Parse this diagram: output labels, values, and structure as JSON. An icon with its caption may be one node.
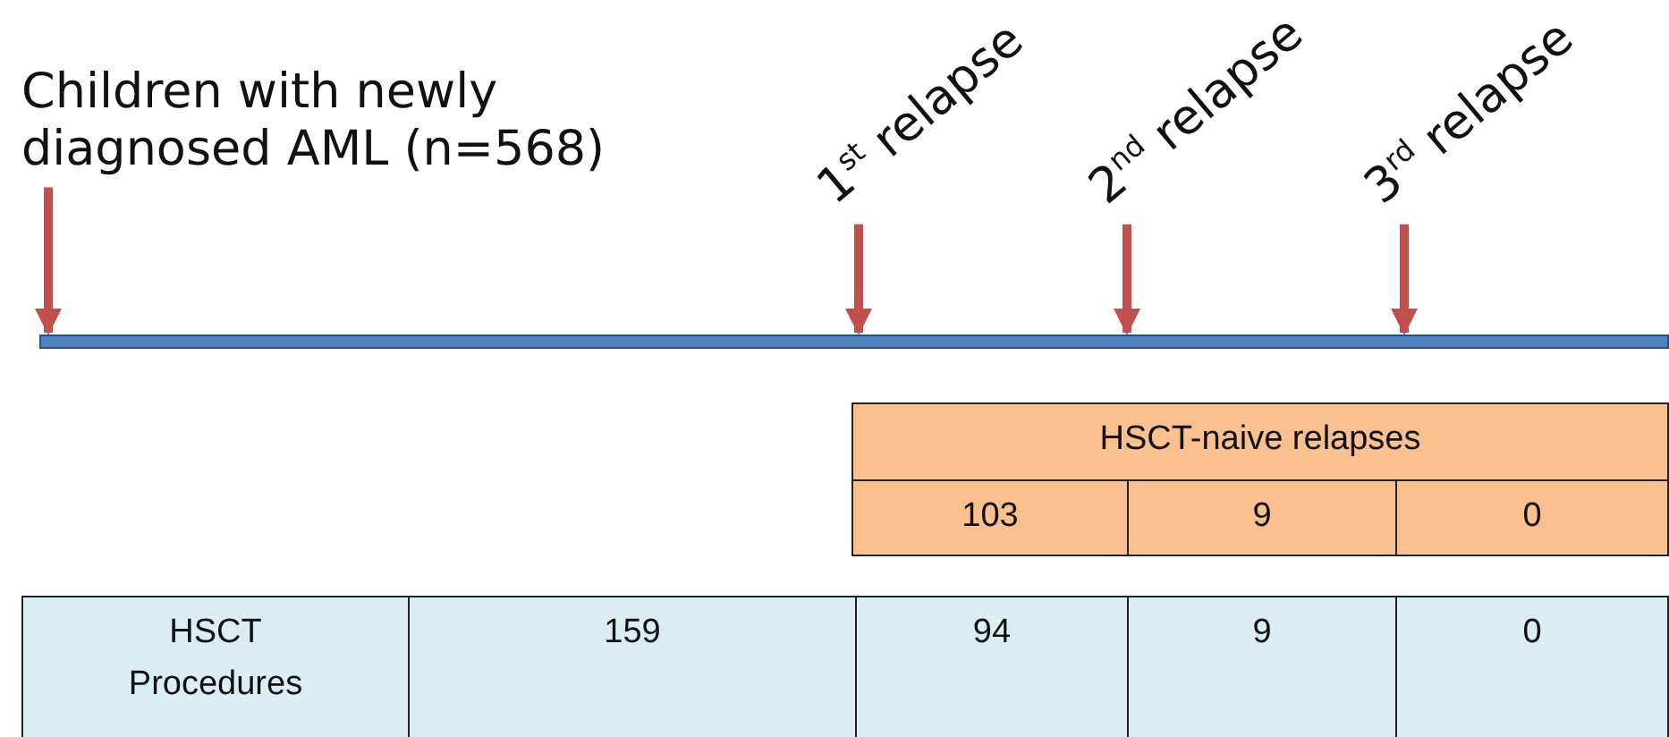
{
  "diagram": {
    "nodes": [
      {
        "text": [
          "Children with newly diagnosed AML (n=568)"
        ]
      },
      {
        "text": [
          "1$^{st}$ relapse"
        ]
      },
      {
        "text": [
          "2$^{nd}$ relapse"
        ]
      },
      {
        "text": [
          "3$^{rd}$ relapse"
        ]
      },
      {
        "text": [],
        "shape": "bar"
      }
    ],
    "edges": [
      {
        "from": 0,
        "to": 4,
        "arrow": "to"
      },
      {
        "from": 1,
        "to": 4,
        "arrow": "to"
      },
      {
        "from": 2,
        "to": 4,
        "arrow": "to"
      },
      {
        "from": 3,
        "to": 4,
        "arrow": "to"
      }
    ],
    "labels": [
      "HSCT-naive relapses",
      "103",
      "9",
      "0",
      "HSCT Procedures",
      "159",
      "94",
      "9",
      "0"
    ]
  }
}
